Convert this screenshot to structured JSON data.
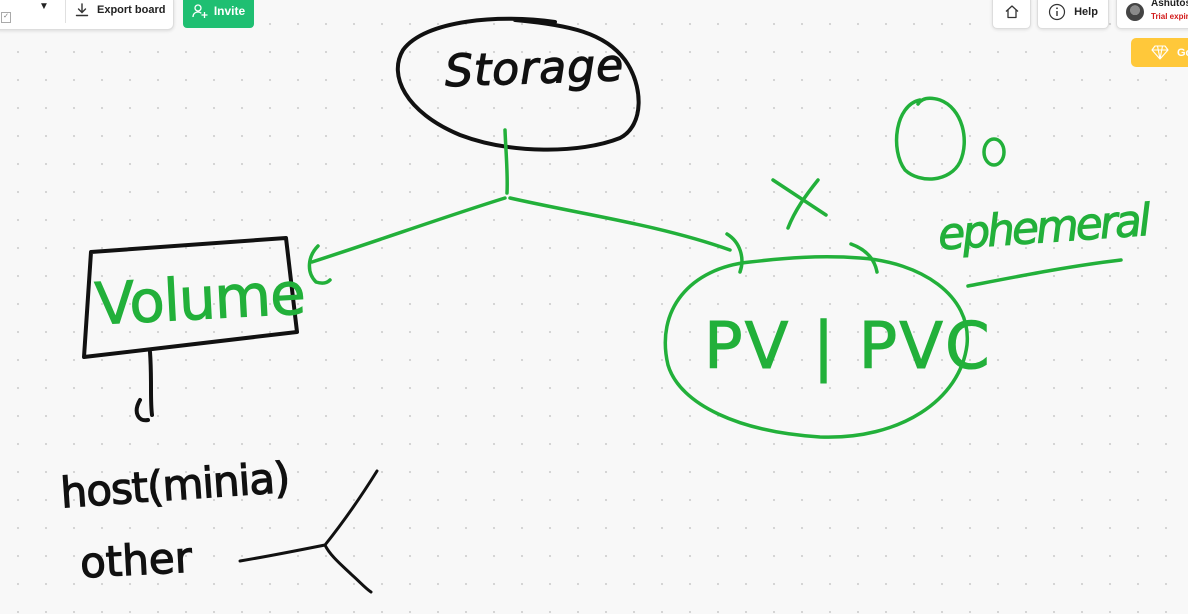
{
  "toolbar": {
    "export_label": "Export board",
    "invite_label": "Invite",
    "help_label": "Help"
  },
  "user": {
    "name": "Ashutos",
    "trial_text": "Trial expir"
  },
  "upgrade": {
    "label": "Go"
  },
  "icons": {
    "dropdown": "chevron-down-icon",
    "export": "download-icon",
    "invite": "add-user-icon",
    "home": "home-icon",
    "help": "info-icon",
    "upgrade": "diamond-icon"
  },
  "colors": {
    "canvas": "#f8f8f8",
    "ink_black": "#111111",
    "ink_green": "#22b03a",
    "invite_green": "#1fbf72",
    "upgrade_yellow": "#ffc83a",
    "trial_red": "#d21a1a"
  },
  "board": {
    "storage": "Storage",
    "volume": "Volume",
    "pv_pvc": "PV | PVC",
    "ephemeral": "ephemeral",
    "host": "host(minia)",
    "other": "other"
  }
}
